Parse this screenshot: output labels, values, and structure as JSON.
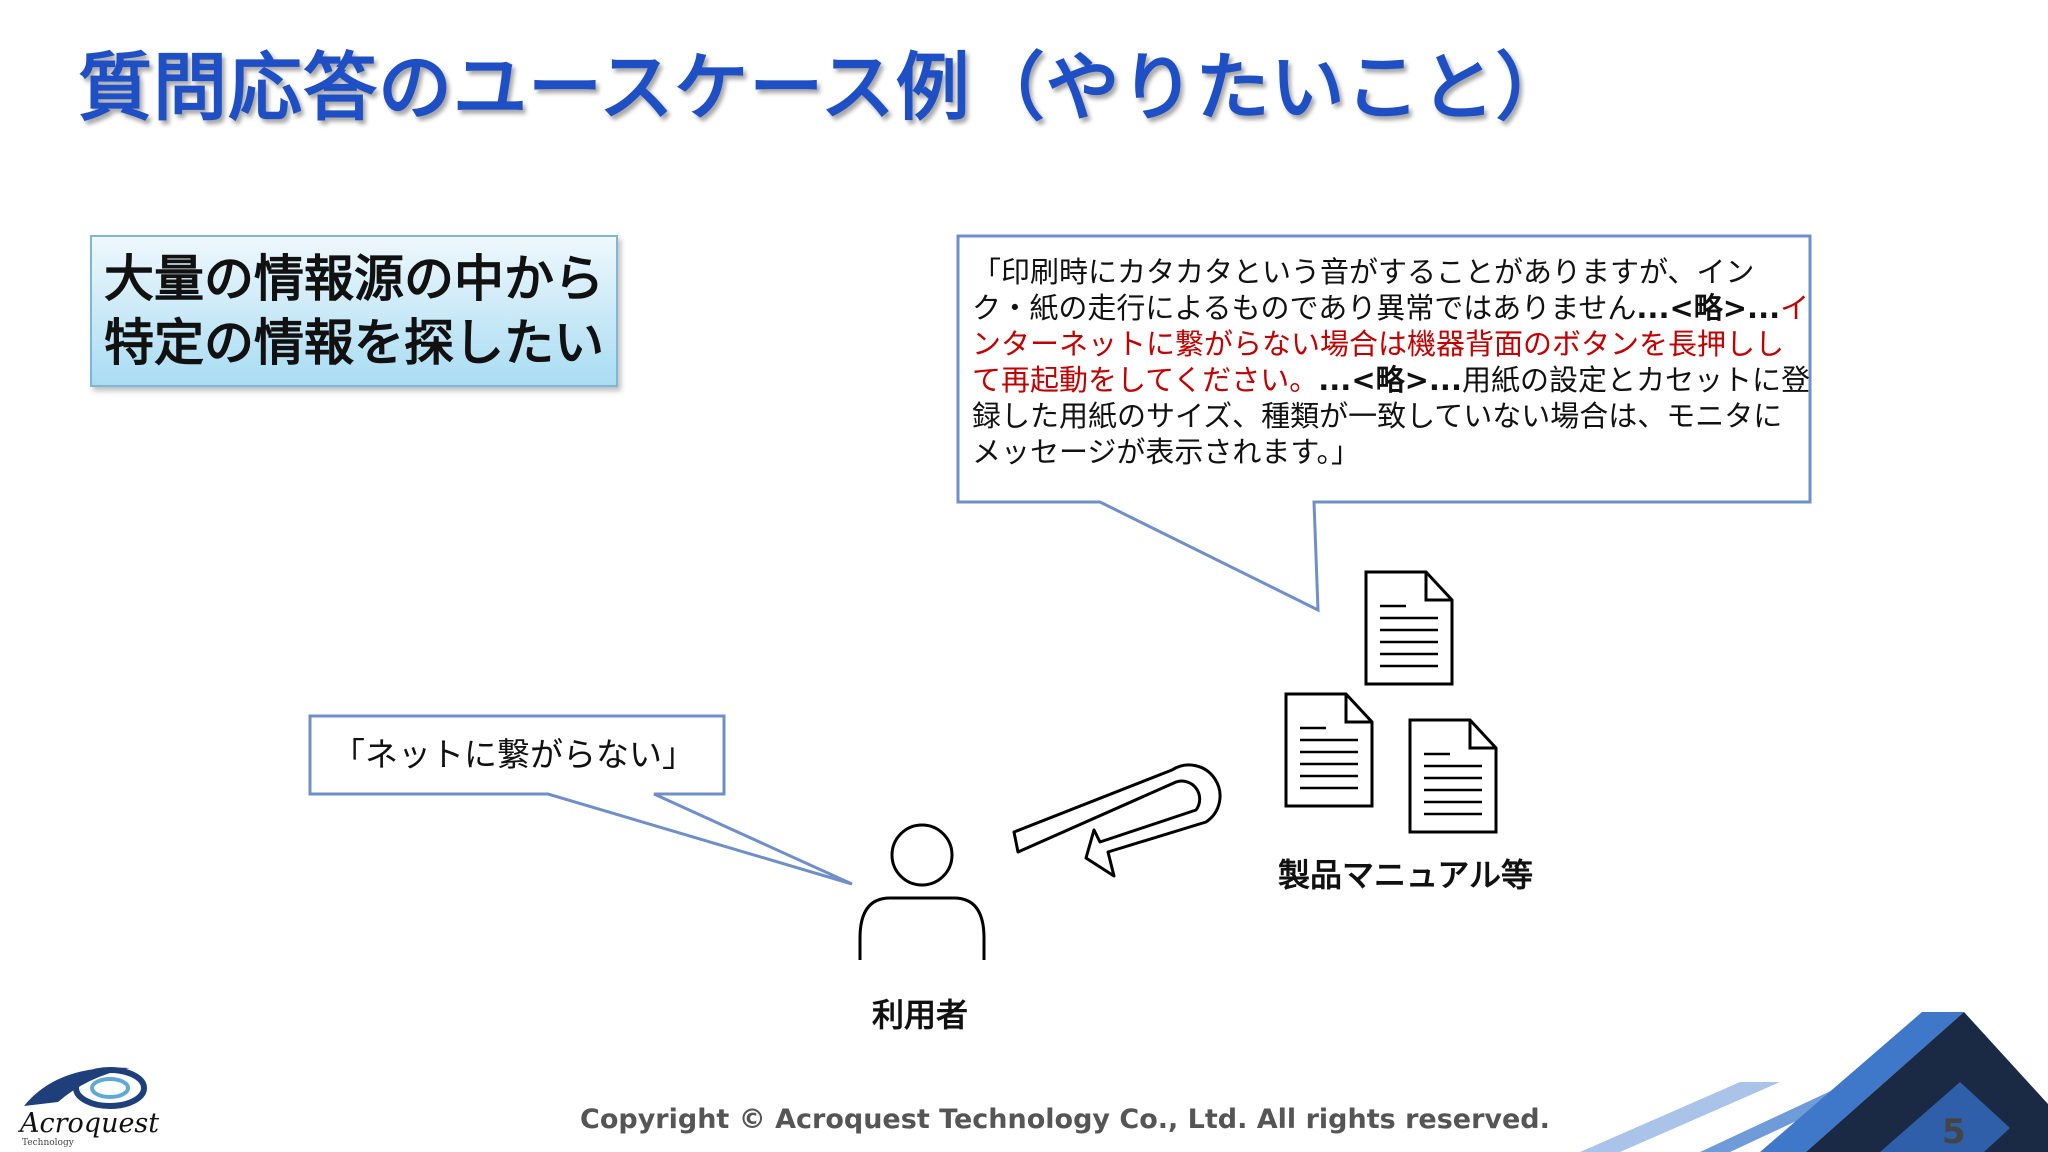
{
  "title": "質問応答のユースケース例（やりたいこと）",
  "goal": "大量の情報源の中から\n特定の情報を探したい",
  "manual_excerpt": {
    "part1": "「印刷時にカタカタという音がすることがありますが、インク・紙の走行によるものであり異常ではありません",
    "omit1": "...<略>...",
    "red": "インターネットに繋がらない場合は機器背面のボタンを長押しして再起動をしてください。",
    "omit2": "...<略>...",
    "part2": "用紙の設定とカセットに登録した用紙のサイズ、種類が一致していない場合は、モニタにメッセージが表示されます。」"
  },
  "user_query": "「ネットに繋がらない」",
  "user_label": "利用者",
  "documents_label": "製品マニュアル等",
  "footer": {
    "copyright": "Copyright © Acroquest Technology Co., Ltd. All rights reserved.",
    "page": "5",
    "logo_name": "Acroquest",
    "logo_sub": "Technology"
  },
  "colors": {
    "title": "#1f4fc4",
    "callout_border": "#6f8fc9",
    "highlight": "#c00000"
  },
  "icons": [
    "person-icon",
    "document-icon",
    "curved-arrow-icon"
  ]
}
